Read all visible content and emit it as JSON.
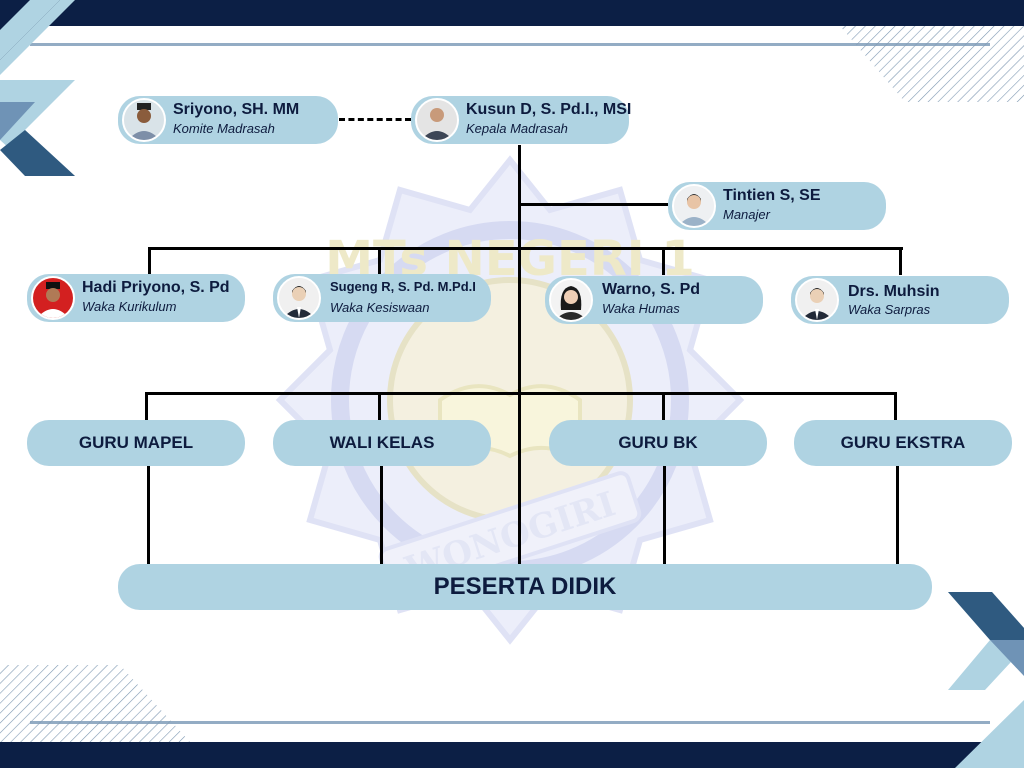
{
  "officials": [
    {
      "name": "Sriyono, SH. MM",
      "role": "Komite Madrasah",
      "avatar": "person-avatar-icon"
    },
    {
      "name": "Kusun D, S. Pd.I., MSI",
      "role": "Kepala Madrasah",
      "avatar": "person-avatar-icon"
    },
    {
      "name": "Tintien S, SE",
      "role": "Manajer",
      "avatar": "person-avatar-icon"
    },
    {
      "name": "Hadi Priyono, S. Pd",
      "role": "Waka Kurikulum",
      "avatar": "person-avatar-icon"
    },
    {
      "name": "Sugeng R, S. Pd. M.Pd.I",
      "role": "Waka Kesiswaan",
      "avatar": "person-avatar-icon"
    },
    {
      "name": "Warno, S. Pd",
      "role": "Waka Humas",
      "avatar": "person-avatar-icon"
    },
    {
      "name": "Drs. Muhsin",
      "role": "Waka Sarpras",
      "avatar": "person-avatar-icon"
    }
  ],
  "groups": [
    "GURU MAPEL",
    "WALI KELAS",
    "GURU BK",
    "GURU EKSTRA"
  ],
  "students": "PESERTA DIDIK",
  "watermark": {
    "top_text": "MTs NEGERI 1",
    "bottom_text": "WONOGIRI"
  },
  "colors": {
    "navy": "#0c1f45",
    "pill": "#afd3e2",
    "accent": "#2f5a80",
    "text": "#0d1b3e"
  }
}
